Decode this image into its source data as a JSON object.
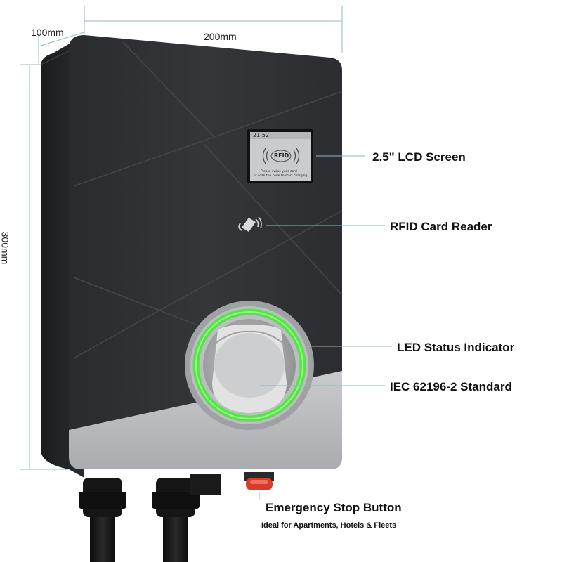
{
  "dimensions": {
    "depth": "100mm",
    "width": "200mm",
    "height": "300mm"
  },
  "lcd": {
    "time": "21:52",
    "rfid_badge": "RFID",
    "prompt_line1": "Please swipe your card",
    "prompt_line2": "or scan the code to start charging"
  },
  "callouts": {
    "lcd_screen": "2.5\" LCD Screen",
    "rfid_reader": "RFID Card Reader",
    "led_indicator": "LED Status Indicator",
    "iec_standard": "IEC 62196-2 Standard",
    "emergency_stop": "Emergency Stop Button"
  },
  "tagline": "Ideal for Apartments, Hotels & Fleets",
  "colors": {
    "body": "#2f3033",
    "bottom_panel": "#b9bbbe",
    "led_ring": "#56e34a",
    "leader_line": "#8fb7c4",
    "stop_button": "#d83a2c"
  }
}
